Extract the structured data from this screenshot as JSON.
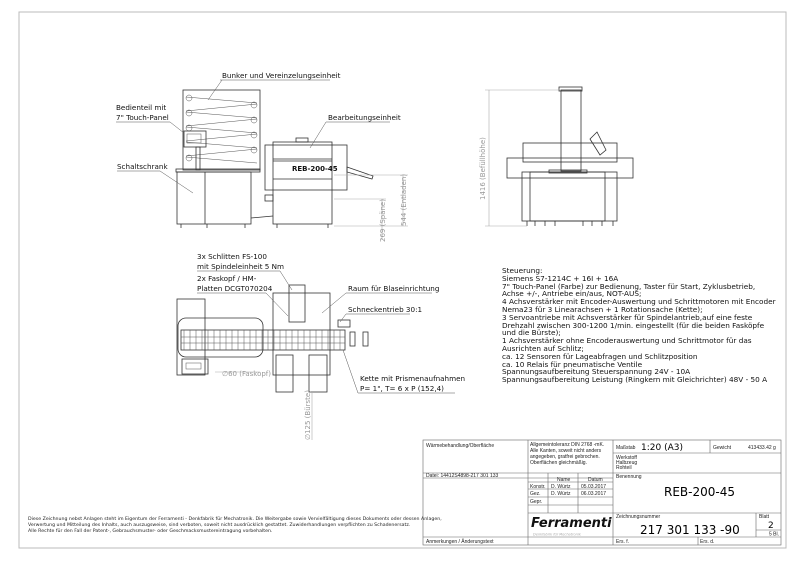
{
  "front_view": {
    "labels": {
      "bunker": "Bunker und Vereinzelungseinheit",
      "panel_1": "Bedienteil mit",
      "panel_2": "7\" Touch-Panel",
      "cabinet": "Schaltschrank",
      "unit": "Bearbeitungseinheit",
      "machine_name": "REB-200-45"
    },
    "dimensions": {
      "chips": "269 (Späne)",
      "unload": "544 (Entladen)"
    }
  },
  "side_view": {
    "dimension": "1416 (Befüllhöhe)"
  },
  "top_view": {
    "labels": {
      "slides_1": "3x Schlitten FS-100",
      "slides_2": "mit Spindeleinheit 5 Nm",
      "head_1": "2x Faskopf / HM-",
      "head_2": "Platten DCGT070204",
      "blow": "Raum für Blaseinrichtung",
      "worm": "Schneckentrieb 30:1",
      "chain_1": "Kette mit Prismenaufnahmen",
      "chain_2": "P= 1\", T= 6 x P (152,4)"
    },
    "dimensions": {
      "faskopf": "∅60 (Faskopf)",
      "brush": "∅125 (Bürste)"
    }
  },
  "control_text": [
    "Steuerung:",
    "Siemens S7-1214C + 16I + 16A",
    "7\" Touch-Panel (Farbe) zur Bedienung, Taster für Start, Zyklusbetrieb,",
    "Achse +/-, Antriebe ein/aus, NOT-AUS;",
    "4 Achsverstärker mit Encoder-Auswertung und Schrittmotoren mit Encoder",
    "Nema23 für 3 Linearachsen + 1 Rotationsache (Kette);",
    "3 Servoantriebe mit Achsverstärker für Spindelantrieb,auf eine feste",
    "Drehzahl zwischen 300-1200 1/min. eingestellt (für die beiden Fasköpfe",
    "und die Bürste);",
    "1 Achsverstärker ohne Encoderauswertung und Schrittmotor für das",
    "Ausrichten auf Schlitz;",
    "ca. 12 Sensoren für Lageabfragen und Schlitzposition",
    "ca. 10 Relais für pneumatische Ventile",
    "Spannungsaufbereitung Steuerspannung 24V - 10A",
    "Spannungsaufbereitung Leistung (Ringkern mit Gleichrichter) 48V - 50 A"
  ],
  "disclaimer": [
    "Diese Zeichnung nebst Anlagen steht im Eigentum der Ferramenti - Denkfabrik für Mechatronik. Die Weitergabe sowie Vervielfältigung dieses Dokuments oder dessen Anlagen,",
    "Verwertung und Mitteilung des Inhalts, auch auszugsweise, sind verboten, soweit nicht ausdrücklich gestattet. Zuwiderhandlungen verpflichten zu Schadenersatz.",
    "Alle Rechte für den Fall der Patent-, Gebrauchsmuster- oder Geschmacksmustereintragung vorbehalten."
  ],
  "title_block": {
    "surface": "Wärmebehandlung/Oberfläche",
    "tolerance": [
      "Allgemeintoleranz DIN 2768 -mK.",
      "Alle Kanten, soweit nicht anders",
      "angegeben, gratfrei gebrochen.",
      "Oberflächen gleichmäßig."
    ],
    "scale_label": "Maßstab",
    "scale": "1:20 (A3)",
    "weight_label": "Gewicht",
    "weight": "413433.42 g",
    "material": [
      "Werkstoff",
      "Halbzeug",
      "Rohteil"
    ],
    "file": "Datei: 14412S4898-217 301 133",
    "name_header": "Name",
    "date_header": "Datum",
    "rows": [
      {
        "role": "Konstr.",
        "name": "D. Würtz",
        "date": "05.03.2017"
      },
      {
        "role": "Gez.",
        "name": "D. Würtz",
        "date": "06.03.2017"
      },
      {
        "role": "Gepr.",
        "name": "",
        "date": ""
      }
    ],
    "designation_label": "Benennung",
    "designation": "REB-200-45",
    "logo": "Ferramenti",
    "logo_sub": "Denkfabrik für Mechatronik",
    "drawing_no_label": "Zeichnungsnummer",
    "drawing_no": "217 301 133 -90",
    "sheet_label": "Blatt",
    "sheet": "2",
    "sheets_total": "5 Bl.",
    "remarks": "Anmerkungen / Änderungstext",
    "replaces": "Ers. f.",
    "replaced_by": "Ers. d."
  }
}
